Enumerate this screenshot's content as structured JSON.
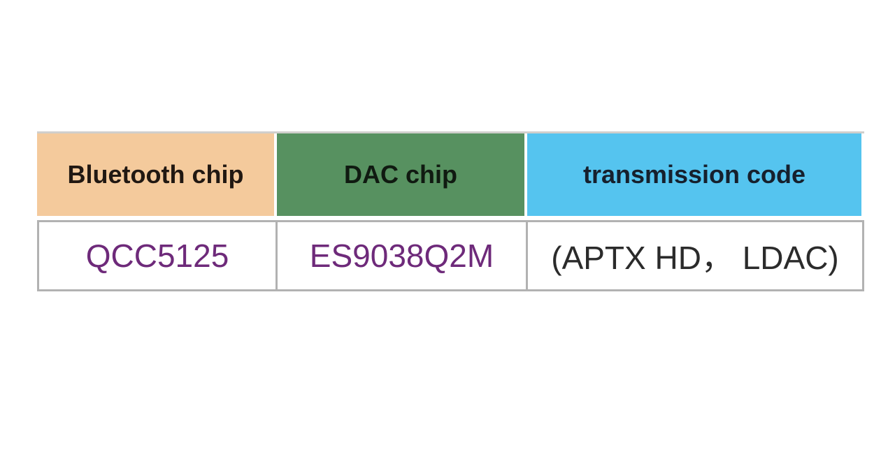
{
  "table": {
    "columns": [
      {
        "id": "bluetooth-chip",
        "header": "Bluetooth chip",
        "value": "QCC5125",
        "header_bg": "#f4ca9c",
        "header_text_color": "#211812",
        "value_color": "#6e2a7a"
      },
      {
        "id": "dac-chip",
        "header": "DAC chip",
        "value": "ES9038Q2M",
        "header_bg": "#579160",
        "header_text_color": "#101a11",
        "value_color": "#6e2a7a"
      },
      {
        "id": "transmission-code",
        "header": "transmission code",
        "value": "(APTX HD， LDAC)",
        "header_bg": "#55c4ef",
        "header_text_color": "#16202d",
        "value_color": "#2b2b2b"
      }
    ],
    "border_color": "#b2b2b2",
    "background_color": "#ffffff"
  },
  "chart_data": {
    "type": "table",
    "columns": [
      "Bluetooth chip",
      "DAC chip",
      "transmission code"
    ],
    "rows": [
      [
        "QCC5125",
        "ES9038Q2M",
        "(APTX HD， LDAC)"
      ]
    ],
    "legend_position": "none",
    "grid": true
  }
}
